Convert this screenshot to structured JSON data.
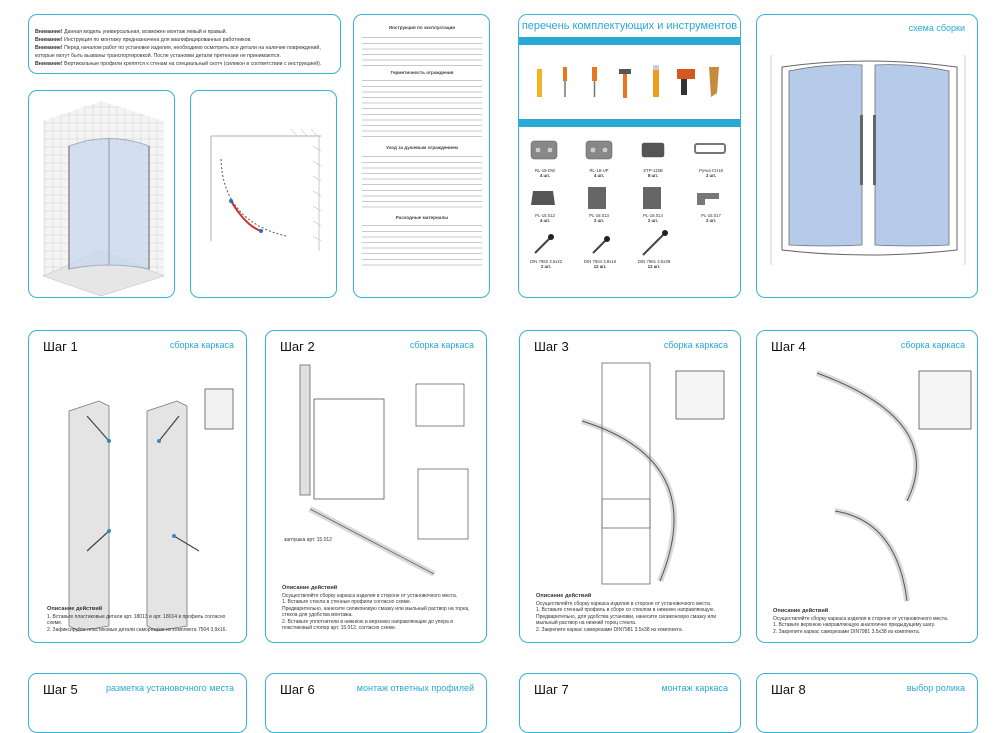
{
  "warnings": {
    "w1_label": "Внимание!",
    "w1_text": "Данная модель универсальная, возможен монтаж левый и правый.",
    "w2_label": "Внимание!",
    "w2_text": "Инструкция по монтажу предназначена для квалифицированных работников.",
    "w3_label": "Внимание!",
    "w3_text": "Перед началом работ по установке изделия, необходимо осмотреть все детали на наличие повреждений, которые могут быть вызваны транспортировкой. После установки детали претензии не принимаются.",
    "w4_label": "Внимание!",
    "w4_text": "Вертикальные профили крепятся к стенам на специальный скотч (силикон в соответствии с инструкцией)."
  },
  "care": {
    "title": "Инструкция по эксплуатации",
    "sealing_title": "Герметичность ограждения",
    "cleaning_title": "Уход за душевым ограждением",
    "consumables_title": "Расходные материалы"
  },
  "parts": {
    "header": "перечень комплектующих и инструментов",
    "items": [
      {
        "code": "RL-18-DW",
        "qty": "4 шт."
      },
      {
        "code": "RL-18-UP",
        "qty": "4 шт."
      },
      {
        "code": "STP-115B",
        "qty": "8 шт."
      },
      {
        "code": "Ручка CH18",
        "qty": "2 шт."
      },
      {
        "code": "PL-15.012",
        "qty": "4 шт."
      },
      {
        "code": "PL-18.013",
        "qty": "2 шт."
      },
      {
        "code": "PL-18.014",
        "qty": "2 шт."
      },
      {
        "code": "PL-15.017",
        "qty": "2 шт."
      },
      {
        "code": "DIN 7982 3.5x22",
        "qty": "2 шт."
      },
      {
        "code": "DIN 7504 3.9x16",
        "qty": "12 шт."
      },
      {
        "code": "DIN 7981 3.5x38",
        "qty": "12 шт."
      }
    ]
  },
  "scheme": {
    "header": "схема сборки"
  },
  "steps": [
    {
      "title": "Шаг 1",
      "sub": "сборка каркаса",
      "desc_title": "Описание действий",
      "desc": [
        "1. Вставьте пластиковые детали арт. 18013 и арт. 18014 в профиль согласно схеме.",
        "2. Зафиксируйте пластиковые детали саморезами из комплекта 7504 3,9х16."
      ]
    },
    {
      "title": "Шаг 2",
      "sub": "сборка каркаса",
      "desc_title": "Описание действий",
      "desc": [
        "Осуществляйте сборку каркаса изделия в стороне от установочного места.",
        "1. Вставьте стекла в стенные профили согласно схеме.",
        "Предварительно, нанесите силиконовую смазку или мыльный раствор на торец стекла для удобства монтажа.",
        "2. Вставьте уплотнители в нижнюю и верхнюю направляющие до упора в пластиковый стопор арт. 15.012, согласно схеме."
      ],
      "note": "заглушка арт. 15.012"
    },
    {
      "title": "Шаг 3",
      "sub": "сборка каркаса",
      "desc_title": "Описание действий",
      "desc": [
        "Осуществляйте сборку каркаса изделия в стороне от установочного места.",
        "1. Вставьте стенный профиль в сборе со стеклом в нижнюю направляющую.",
        "Предварительно, для удобства установки, нанесите силиконовую смазку или мыльный раствор на нижний торец стекла.",
        "2. Закрепите каркас саморезами DIN7981 3.5х38 из комплекта."
      ]
    },
    {
      "title": "Шаг 4",
      "sub": "сборка каркаса",
      "desc_title": "Описание действий",
      "desc": [
        "Осуществляйте сборку каркаса изделия в стороне от установочного места.",
        "1. Вставьте верхнюю направляющую аналогично предыдущему шагу.",
        "2. Закрепите каркас саморезами DIN7981 3.5х38 из комплекта."
      ]
    },
    {
      "title": "Шаг 5",
      "sub": "разметка установочного места"
    },
    {
      "title": "Шаг 6",
      "sub": "монтаж ответных профилей"
    },
    {
      "title": "Шаг 7",
      "sub": "монтаж каркаса"
    },
    {
      "title": "Шаг 8",
      "sub": "выбор ролика"
    }
  ]
}
